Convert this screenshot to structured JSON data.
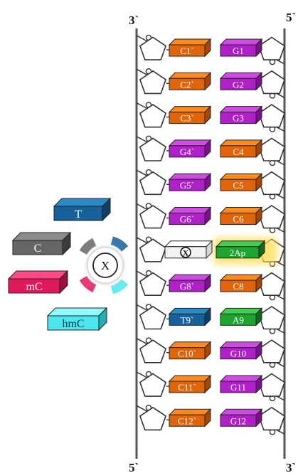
{
  "strand_labels": {
    "top_left": "3`",
    "top_right": "5`",
    "bottom_left": "5`",
    "bottom_right": "3`"
  },
  "rows": [
    {
      "left": "C1`",
      "left_color": "orange",
      "right": "G1",
      "right_color": "magenta"
    },
    {
      "left": "C2`",
      "left_color": "orange",
      "right": "G2",
      "right_color": "magenta"
    },
    {
      "left": "C3`",
      "left_color": "orange",
      "right": "G3",
      "right_color": "magenta"
    },
    {
      "left": "G4`",
      "left_color": "magenta",
      "right": "C4",
      "right_color": "orange"
    },
    {
      "left": "G5`",
      "left_color": "magenta",
      "right": "C5",
      "right_color": "orange"
    },
    {
      "left": "G6`",
      "left_color": "magenta",
      "right": "C6",
      "right_color": "orange"
    },
    {
      "left": "X",
      "left_color": "white",
      "right": "2Ap",
      "right_color": "green",
      "highlight": true
    },
    {
      "left": "G8`",
      "left_color": "magenta",
      "right": "C8",
      "right_color": "orange"
    },
    {
      "left": "T9`",
      "left_color": "blue",
      "right": "A9",
      "right_color": "green"
    },
    {
      "left": "C10`",
      "left_color": "orange",
      "right": "G10",
      "right_color": "magenta"
    },
    {
      "left": "C11`",
      "left_color": "orange",
      "right": "G11",
      "right_color": "magenta"
    },
    {
      "left": "C12`",
      "left_color": "orange",
      "right": "G12",
      "right_color": "magenta"
    }
  ],
  "center_label": "X",
  "options": [
    {
      "label": "T",
      "color": "blue"
    },
    {
      "label": "C",
      "color": "gray"
    },
    {
      "label": "mC",
      "color": "pink"
    },
    {
      "label": "hmC",
      "color": "cyan"
    }
  ],
  "colors": {
    "orange": [
      "#ff8a1c",
      "#e0650a",
      "#a94700"
    ],
    "magenta": [
      "#d24ae6",
      "#b020c8",
      "#7d0f90"
    ],
    "blue": [
      "#2a8ac8",
      "#17609a",
      "#0d3f6a"
    ],
    "green": [
      "#3fd04f",
      "#1da62d",
      "#0f6a1a"
    ],
    "white": [
      "#ffffff",
      "#f2f2f2",
      "#d8d8d8"
    ],
    "gray": [
      "#8c8c8c",
      "#666666",
      "#3c3c3c"
    ],
    "pink": [
      "#ff4a86",
      "#e0185e",
      "#a00c40"
    ],
    "cyan": [
      "#8ffaff",
      "#4ee6ee",
      "#1fb0b8"
    ],
    "strand": "#555555",
    "highlight": "#ffdd55"
  }
}
